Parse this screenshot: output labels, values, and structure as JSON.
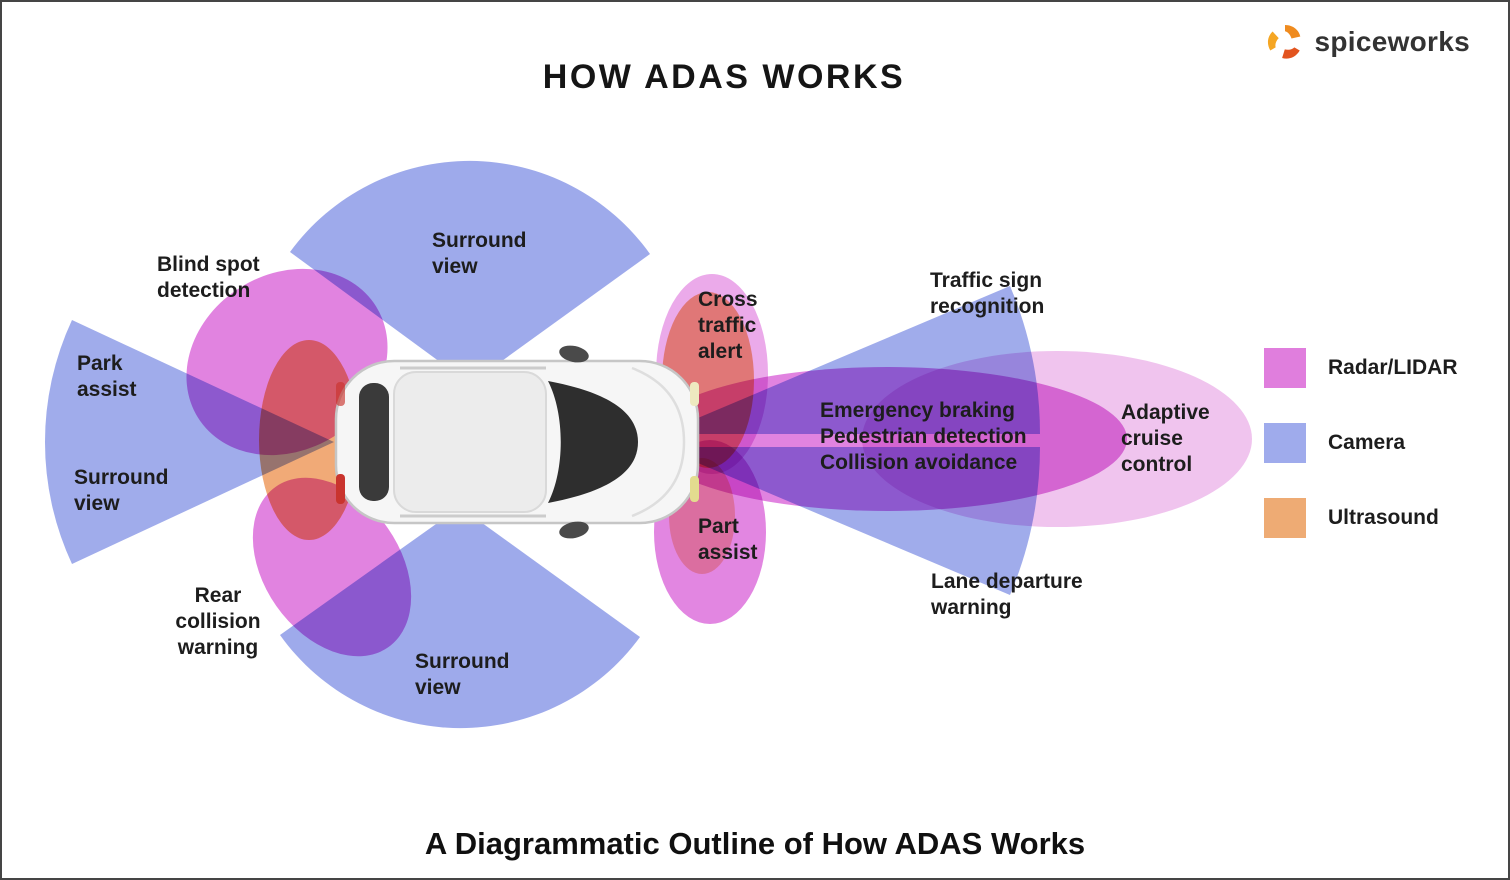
{
  "page": {
    "title": "HOW ADAS WORKS",
    "caption": "A Diagrammatic Outline of How ADAS Works"
  },
  "logo": {
    "text": "spiceworks"
  },
  "labels": {
    "surround_view_top": "Surround\nview",
    "blind_spot": "Blind spot\ndetection",
    "park_assist": "Park\nassist",
    "surround_view_left": "Surround\nview",
    "rear_collision": "Rear\ncollision\nwarning",
    "surround_view_bottom": "Surround\nview",
    "cross_traffic": "Cross\ntraffic\nalert",
    "part_assist": "Part\nassist",
    "traffic_sign": "Traffic sign\nrecognition",
    "emergency": "Emergency braking\nPedestrian detection\nCollision avoidance",
    "adaptive_cruise": "Adaptive\ncruise\ncontrol",
    "lane_departure": "Lane departure\nwarning"
  },
  "legend": {
    "items": [
      {
        "label": "Radar/LIDAR",
        "color": "#e07edd"
      },
      {
        "label": "Camera",
        "color": "#9fabec"
      },
      {
        "label": "Ultrasound",
        "color": "#eeab74"
      }
    ]
  },
  "colors": {
    "radar_lidar_zone": "#da64d8",
    "camera_zone": "#96a3e9",
    "ultrasound_zone": "#f0a36b",
    "logo_accent": "#ef8b1f",
    "text": "#1d1d1d"
  }
}
